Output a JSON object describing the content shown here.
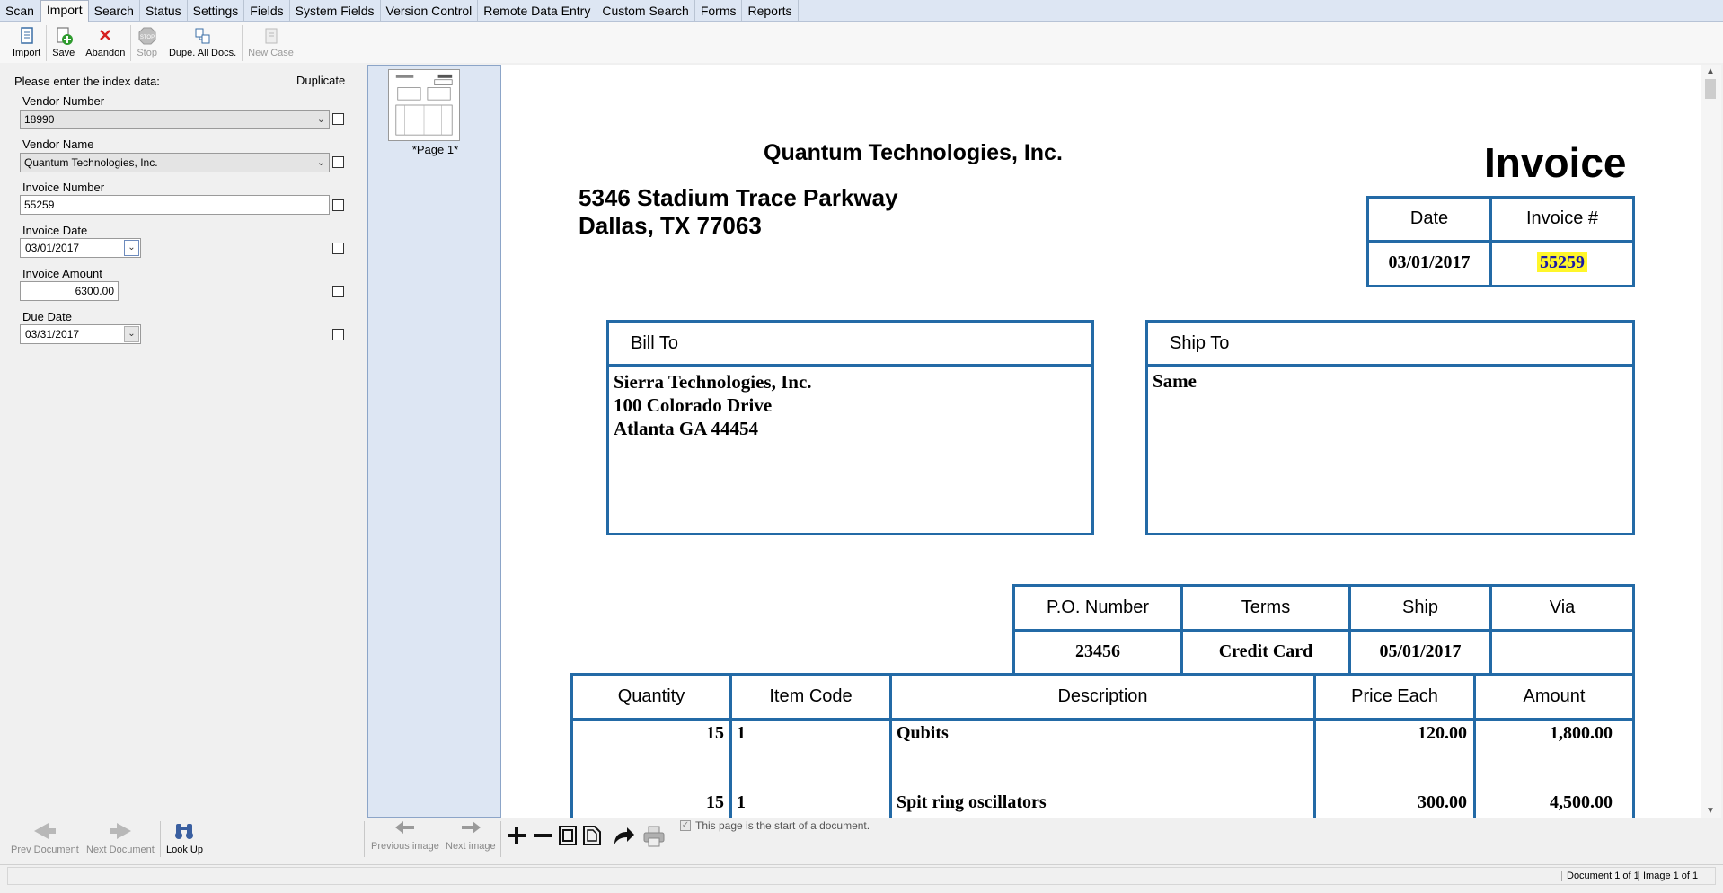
{
  "menu": {
    "tabs": [
      "Scan",
      "Import",
      "Search",
      "Status",
      "Settings",
      "Fields",
      "System Fields",
      "Version Control",
      "Remote Data Entry",
      "Custom Search",
      "Forms",
      "Reports"
    ],
    "active": "Import"
  },
  "toolbar": {
    "import_label": "Import",
    "save_label": "Save",
    "abandon_label": "Abandon",
    "stop_label": "Stop",
    "dupe_label": "Dupe. All Docs.",
    "newcase_label": "New Case"
  },
  "index": {
    "prompt": "Please enter the index data:",
    "duplicate_label": "Duplicate",
    "vendor_number_label": "Vendor Number",
    "vendor_number_value": "18990",
    "vendor_name_label": "Vendor Name",
    "vendor_name_value": "Quantum Technologies, Inc.",
    "invoice_number_label": "Invoice Number",
    "invoice_number_value": "55259",
    "invoice_date_label": "Invoice Date",
    "invoice_date_value": "03/01/2017",
    "invoice_amount_label": "Invoice Amount",
    "invoice_amount_value": "6300.00",
    "due_date_label": "Due Date",
    "due_date_value": "03/31/2017"
  },
  "thumbs": {
    "page_label": "*Page 1*"
  },
  "invoice": {
    "company": "Quantum Technologies, Inc.",
    "address_line1": "5346 Stadium Trace Parkway",
    "address_line2": "Dallas, TX 77063",
    "title": "Invoice",
    "date_header": "Date",
    "invoice_no_header": "Invoice #",
    "date_value": "03/01/2017",
    "invoice_no_value": "55259",
    "bill_to_header": "Bill To",
    "bill_to_line1": "Sierra Technologies, Inc.",
    "bill_to_line2": "100 Colorado Drive",
    "bill_to_line3": "Atlanta GA 44454",
    "ship_to_header": "Ship To",
    "ship_to_value": "Same",
    "po_header": "P.O. Number",
    "terms_header": "Terms",
    "ship_header": "Ship",
    "via_header": "Via",
    "po_value": "23456",
    "terms_value": "Credit Card",
    "ship_value": "05/01/2017",
    "via_value": "",
    "col_quantity": "Quantity",
    "col_itemcode": "Item Code",
    "col_description": "Description",
    "col_price": "Price Each",
    "col_amount": "Amount",
    "lines": [
      {
        "qty": "15",
        "code": "1",
        "desc": "Qubits",
        "price": "120.00",
        "amount": "1,800.00"
      },
      {
        "qty": "15",
        "code": "1",
        "desc": "Spit ring oscillators",
        "price": "300.00",
        "amount": "4,500.00"
      }
    ]
  },
  "bottom": {
    "prev_document": "Prev Document",
    "next_document": "Next Document",
    "look_up": "Look Up",
    "previous_image": "Previous image",
    "next_image": "Next image",
    "page_start_text": "This page is the start of a document."
  },
  "status": {
    "document": "Document 1 of 1",
    "image": "Image 1 of 1"
  }
}
